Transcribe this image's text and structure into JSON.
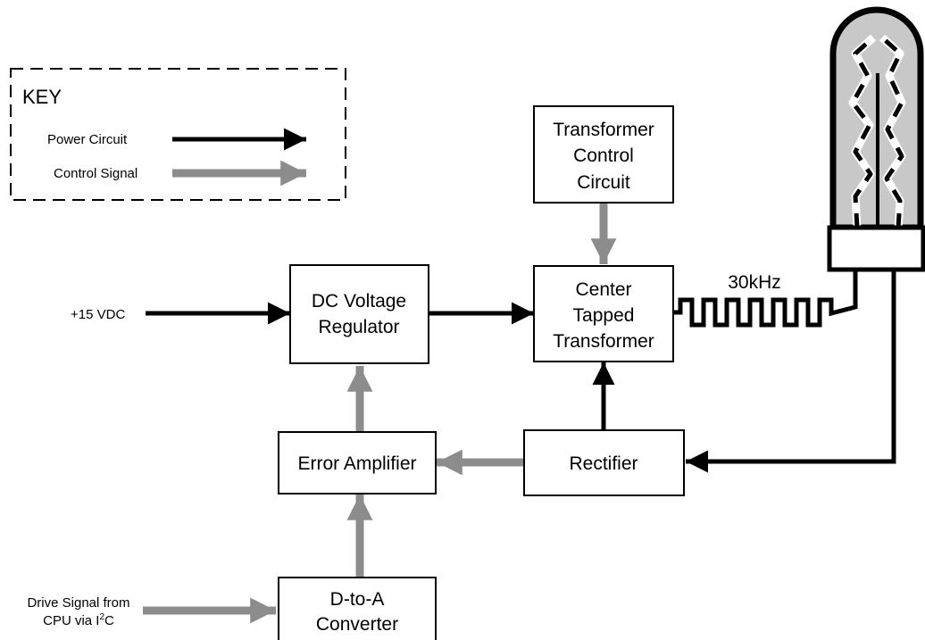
{
  "key": {
    "title": "KEY",
    "power_label": "Power Circuit",
    "control_label": "Control Signal"
  },
  "colors": {
    "power": "#000000",
    "control": "#8c8c8c",
    "lamp_glass": "#c8c8c8"
  },
  "blocks": {
    "transformer_control": [
      "Transformer",
      "Control",
      "Circuit"
    ],
    "dc_regulator": [
      "DC Voltage",
      "Regulator"
    ],
    "center_tapped": [
      "Center",
      "Tapped",
      "Transformer"
    ],
    "error_amplifier": "Error Amplifier",
    "rectifier": "Rectifier",
    "dac": [
      "D-to-A",
      "Converter"
    ]
  },
  "labels": {
    "vdc": "+15 VDC",
    "frequency": "30kHz",
    "drive_line1": "Drive Signal from",
    "drive_line2_prefix": "CPU via I",
    "drive_sup": "2",
    "drive_line2_suffix": "C"
  }
}
